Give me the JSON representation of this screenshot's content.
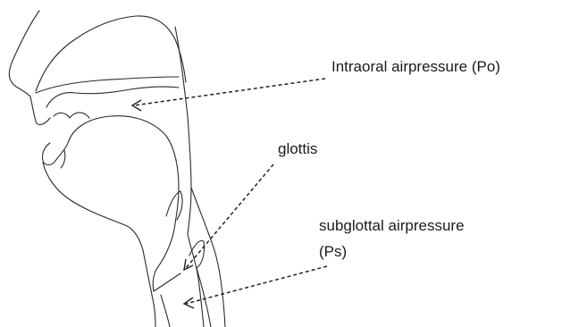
{
  "labels": {
    "intraoral": "Intraoral airpressure (Po)",
    "glottis": "glottis",
    "subglottal_line1": "subglottal airpressure",
    "subglottal_line2": "(Ps)"
  }
}
